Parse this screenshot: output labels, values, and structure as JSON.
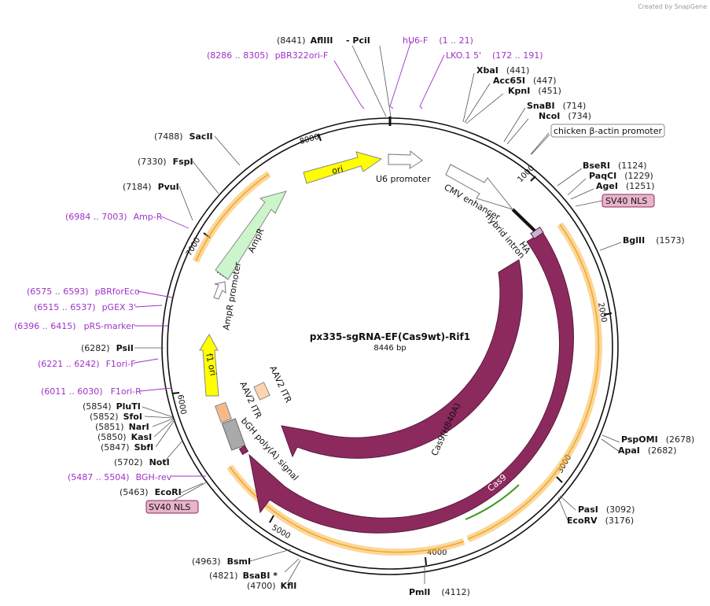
{
  "credit": "Created by SnapGene",
  "plasmid": {
    "name": "px335-sgRNA-EF(Cas9wt)-Rif1",
    "length": "8446 bp"
  },
  "ticks": [
    "1000",
    "2000",
    "3000",
    "4000",
    "5000",
    "6000",
    "7000",
    "8000"
  ],
  "sites": [
    {
      "name": "AflIII",
      "pos": "(8441)"
    },
    {
      "name": "- PciI",
      "pos": ""
    },
    {
      "name": "XbaI",
      "pos": "(441)"
    },
    {
      "name": "Acc65I",
      "pos": "(447)"
    },
    {
      "name": "KpnI",
      "pos": "(451)"
    },
    {
      "name": "SnaBI",
      "pos": "(714)"
    },
    {
      "name": "NcoI",
      "pos": "(734)"
    },
    {
      "name": "BseRI",
      "pos": "(1124)"
    },
    {
      "name": "PaqCI",
      "pos": "(1229)"
    },
    {
      "name": "AgeI",
      "pos": "(1251)"
    },
    {
      "name": "BglII",
      "pos": "(1573)"
    },
    {
      "name": "PspOMI",
      "pos": "(2678)"
    },
    {
      "name": "ApaI",
      "pos": "(2682)"
    },
    {
      "name": "PasI",
      "pos": "(3092)"
    },
    {
      "name": "EcoRV",
      "pos": "(3176)"
    },
    {
      "name": "PmlI",
      "pos": "(4112)"
    },
    {
      "name": "KflI",
      "pos": "(4700)"
    },
    {
      "name": "BsaBI *",
      "pos": "(4821)"
    },
    {
      "name": "BsmI",
      "pos": "(4963)"
    },
    {
      "name": "EcoRI",
      "pos": "(5463)"
    },
    {
      "name": "NotI",
      "pos": "(5702)"
    },
    {
      "name": "SbfI",
      "pos": "(5847)"
    },
    {
      "name": "KasI",
      "pos": "(5850)"
    },
    {
      "name": "NarI",
      "pos": "(5851)"
    },
    {
      "name": "SfoI",
      "pos": "(5852)"
    },
    {
      "name": "PluTI",
      "pos": "(5854)"
    },
    {
      "name": "PsiI",
      "pos": "(6282)"
    },
    {
      "name": "PvuI",
      "pos": "(7184)"
    },
    {
      "name": "FspI",
      "pos": "(7330)"
    },
    {
      "name": "SacII",
      "pos": "(7488)"
    }
  ],
  "primers": [
    {
      "name": "hU6-F",
      "range": "(1 .. 21)"
    },
    {
      "name": "LKO.1 5'",
      "range": "(172 .. 191)"
    },
    {
      "name": "pBR322ori-F",
      "range": "(8286 .. 8305)"
    },
    {
      "name": "Amp-R",
      "range": "(6984 .. 7003)"
    },
    {
      "name": "pBRforEco",
      "range": "(6575 .. 6593)"
    },
    {
      "name": "pGEX 3'",
      "range": "(6515 .. 6537)"
    },
    {
      "name": "pRS-marker",
      "range": "(6396 .. 6415)"
    },
    {
      "name": "F1ori-F",
      "range": "(6221 .. 6242)"
    },
    {
      "name": "F1ori-R",
      "range": "(6011 .. 6030)"
    },
    {
      "name": "BGH-rev",
      "range": "(5487 .. 5504)"
    }
  ],
  "boxed_labels": {
    "chicken": "chicken β-actin promoter",
    "sv40_top": "SV40 NLS",
    "sv40_bottom": "SV40 NLS"
  },
  "features": {
    "ori": "ori",
    "u6": "U6 promoter",
    "cmv": "CMV enhancer",
    "hybrid": "hybrid intron",
    "ha": "HA",
    "cas9_h840a": "Cas9(H840A)",
    "cas9": "Cas9",
    "bgh": "bGH poly(A) signal",
    "aav_inner": "AAV2 ITR",
    "aav_outer": "AAV2 ITR",
    "f1": "f1 ori",
    "ampr": "AmpR",
    "ampr_promoter": "AmpR promoter"
  },
  "colors": {
    "cas9": "#8c2a5e",
    "ori": "#ffff00",
    "ampr": "#ccf5cc",
    "primer": "#a032c8",
    "orange": "#f5a623",
    "green": "#3a9b1a",
    "sv40": "#e8b4c8"
  }
}
